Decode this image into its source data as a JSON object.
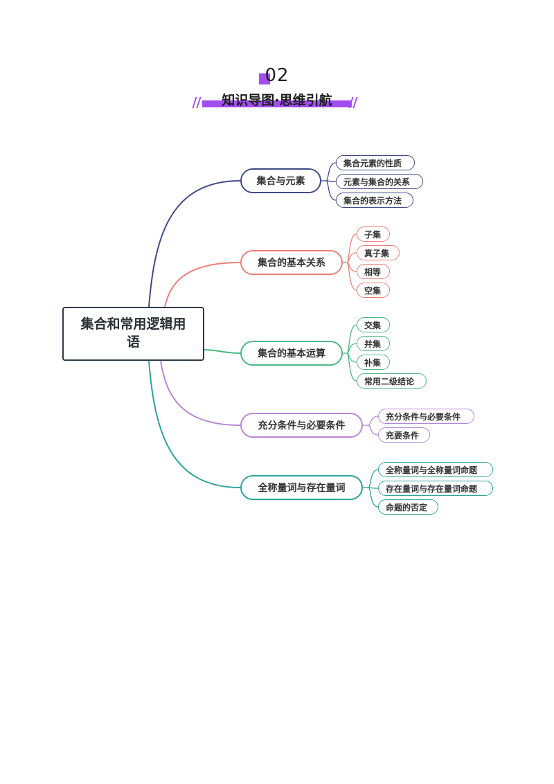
{
  "header": {
    "number": "02",
    "title": "知识导图·思维引航"
  },
  "colors": {
    "accent": "#a24df0"
  },
  "mindmap": {
    "root": "集合和常用逻辑用语",
    "branches": [
      {
        "label": "集合与元素",
        "color": "#3f4a8a",
        "children": [
          "集合元素的性质",
          "元素与集合的关系",
          "集合的表示方法"
        ]
      },
      {
        "label": "集合的基本关系",
        "color": "#f07d77",
        "children": [
          "子集",
          "真子集",
          "相等",
          "空集"
        ]
      },
      {
        "label": "集合的基本运算",
        "color": "#49b982",
        "children": [
          "交集",
          "并集",
          "补集",
          "常用二级结论"
        ]
      },
      {
        "label": "充分条件与必要条件",
        "color": "#b786d9",
        "children": [
          "充分条件与必要条件",
          "充要条件"
        ]
      },
      {
        "label": "全称量词与存在量词",
        "color": "#2aa599",
        "children": [
          "全称量词与全称量词命题",
          "存在量词与存在量词命题",
          "命题的否定"
        ]
      }
    ]
  }
}
